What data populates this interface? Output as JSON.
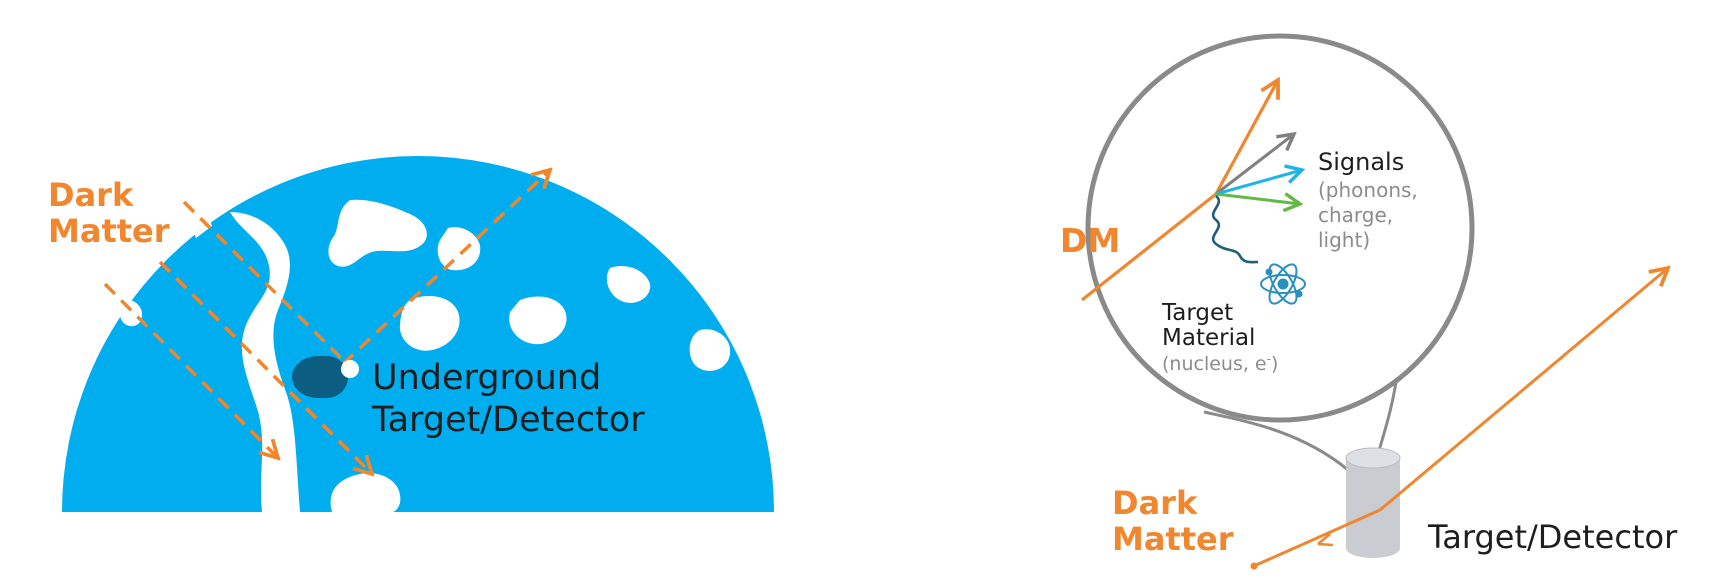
{
  "left_panel": {
    "dark_matter_line1": "Dark",
    "dark_matter_line2": "Matter",
    "detector_line1": "Underground",
    "detector_line2": "Target/Detector"
  },
  "right_panel": {
    "dm_label": "DM",
    "signals_title": "Signals",
    "signals_line1": "(phonons,",
    "signals_line2": "charge,",
    "signals_line3": "light)",
    "target_line1": "Target",
    "target_line2": "Material",
    "target_line3_prefix": "(nucleus, e",
    "target_line3_sup": "-",
    "target_line3_suffix": ")",
    "dark_matter_line1": "Dark",
    "dark_matter_line2": "Matter",
    "detector_label": "Target/Detector"
  },
  "colors": {
    "dark_matter": "#f0862e",
    "earth": "#00aeef",
    "detector_marker": "#0b5e82",
    "signal_grey": "#808080",
    "signal_blue": "#1cb5ea",
    "signal_green": "#63b946",
    "phonon_wave": "#1f5f7a",
    "atom": "#2a8fbd",
    "magnifier": "#8a8a8a",
    "cylinder": "#c9ccd1"
  },
  "icons": [
    "atom-icon",
    "earth-hemisphere",
    "detector-cylinder"
  ]
}
